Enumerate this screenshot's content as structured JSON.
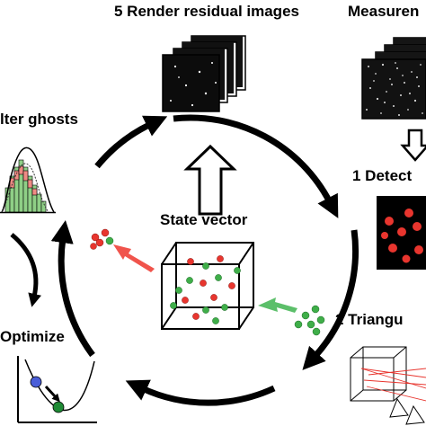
{
  "labels": {
    "render": "5 Render residual images",
    "measure": "Measuren",
    "filter": "lter ghosts",
    "detect": "1 Detect",
    "state": "State vector",
    "triangulate": "2 Triangu",
    "optimize": "Optimize"
  },
  "colors": {
    "ink": "#000000",
    "particle_red": "#e8352e",
    "particle_green": "#3fae49",
    "arrow_red": "#f0544c",
    "arrow_green": "#5cbf6a",
    "hist_green": "#8fcf86",
    "hist_red": "#ef8b84",
    "opt_blue": "#4a5ed8",
    "opt_green": "#1f8a35"
  },
  "icons": {
    "cycle": "cycle-arrows",
    "render": "stacked-residual-images",
    "measure": "stacked-measurement-images",
    "detect": "detected-particles-image",
    "state": "state-vector-cube",
    "filter": "ghost-histogram",
    "optimize": "optimization-curve",
    "triangulate": "triangulation-rays-cube"
  }
}
